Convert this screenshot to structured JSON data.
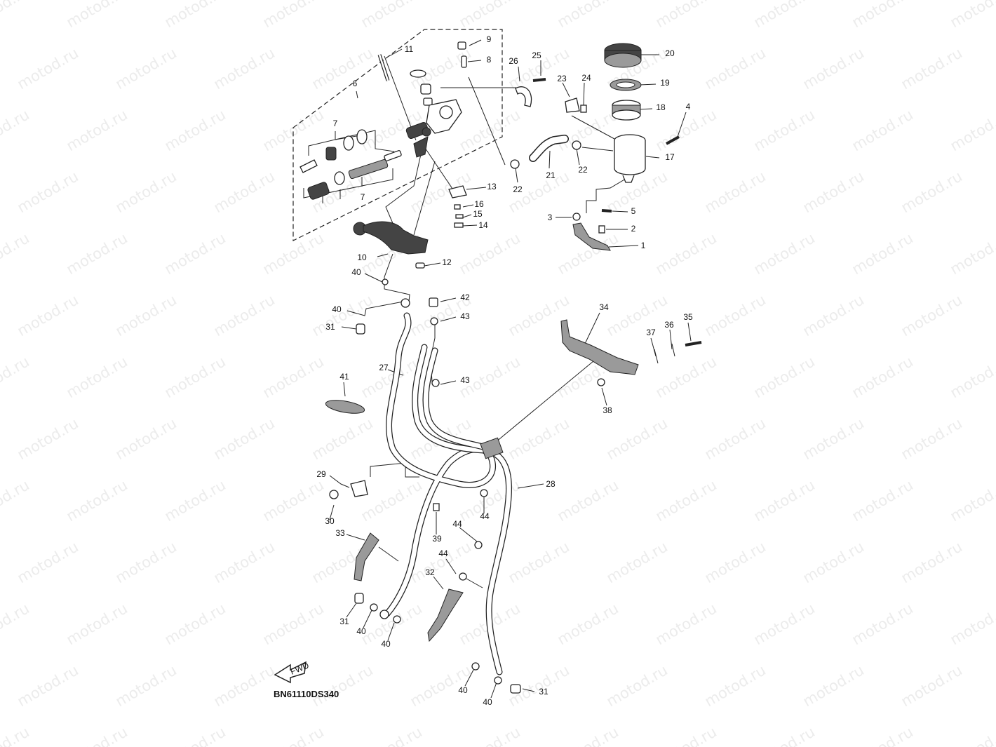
{
  "watermark": "motod.ru",
  "diagram_code": "BN61110DS340",
  "arrow_label": "FWD",
  "callouts": [
    "11",
    "9",
    "8",
    "26",
    "25",
    "20",
    "6",
    "23",
    "24",
    "19",
    "18",
    "4",
    "7",
    "7",
    "17",
    "22",
    "21",
    "22",
    "13",
    "16",
    "15",
    "14",
    "5",
    "3",
    "2",
    "1",
    "10",
    "12",
    "40",
    "42",
    "40",
    "43",
    "31",
    "34",
    "37",
    "36",
    "35",
    "27",
    "43",
    "41",
    "38",
    "28",
    "29",
    "44",
    "30",
    "39",
    "44",
    "33",
    "44",
    "32",
    "31",
    "40",
    "40",
    "40",
    "40",
    "31"
  ]
}
